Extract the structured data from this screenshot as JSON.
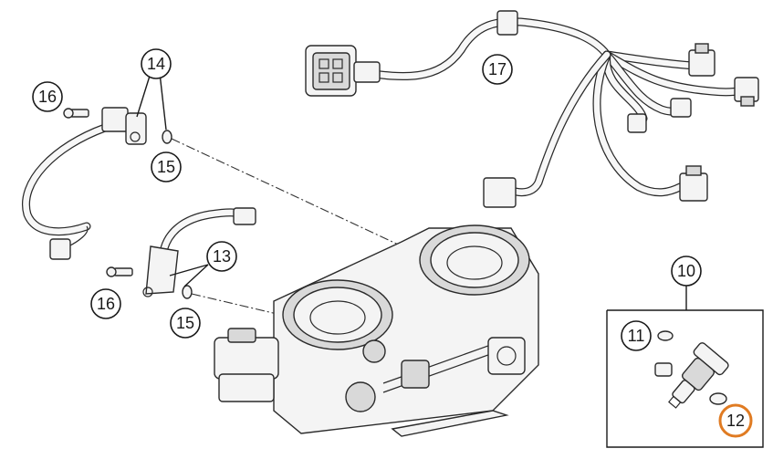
{
  "callouts": {
    "c10": "10",
    "c11": "11",
    "c12": "12",
    "c13": "13",
    "c14": "14",
    "c15a": "15",
    "c15b": "15",
    "c16a": "16",
    "c16b": "16",
    "c17": "17"
  },
  "colors": {
    "line": "#1a1a1a",
    "highlight": "#e07b22"
  }
}
